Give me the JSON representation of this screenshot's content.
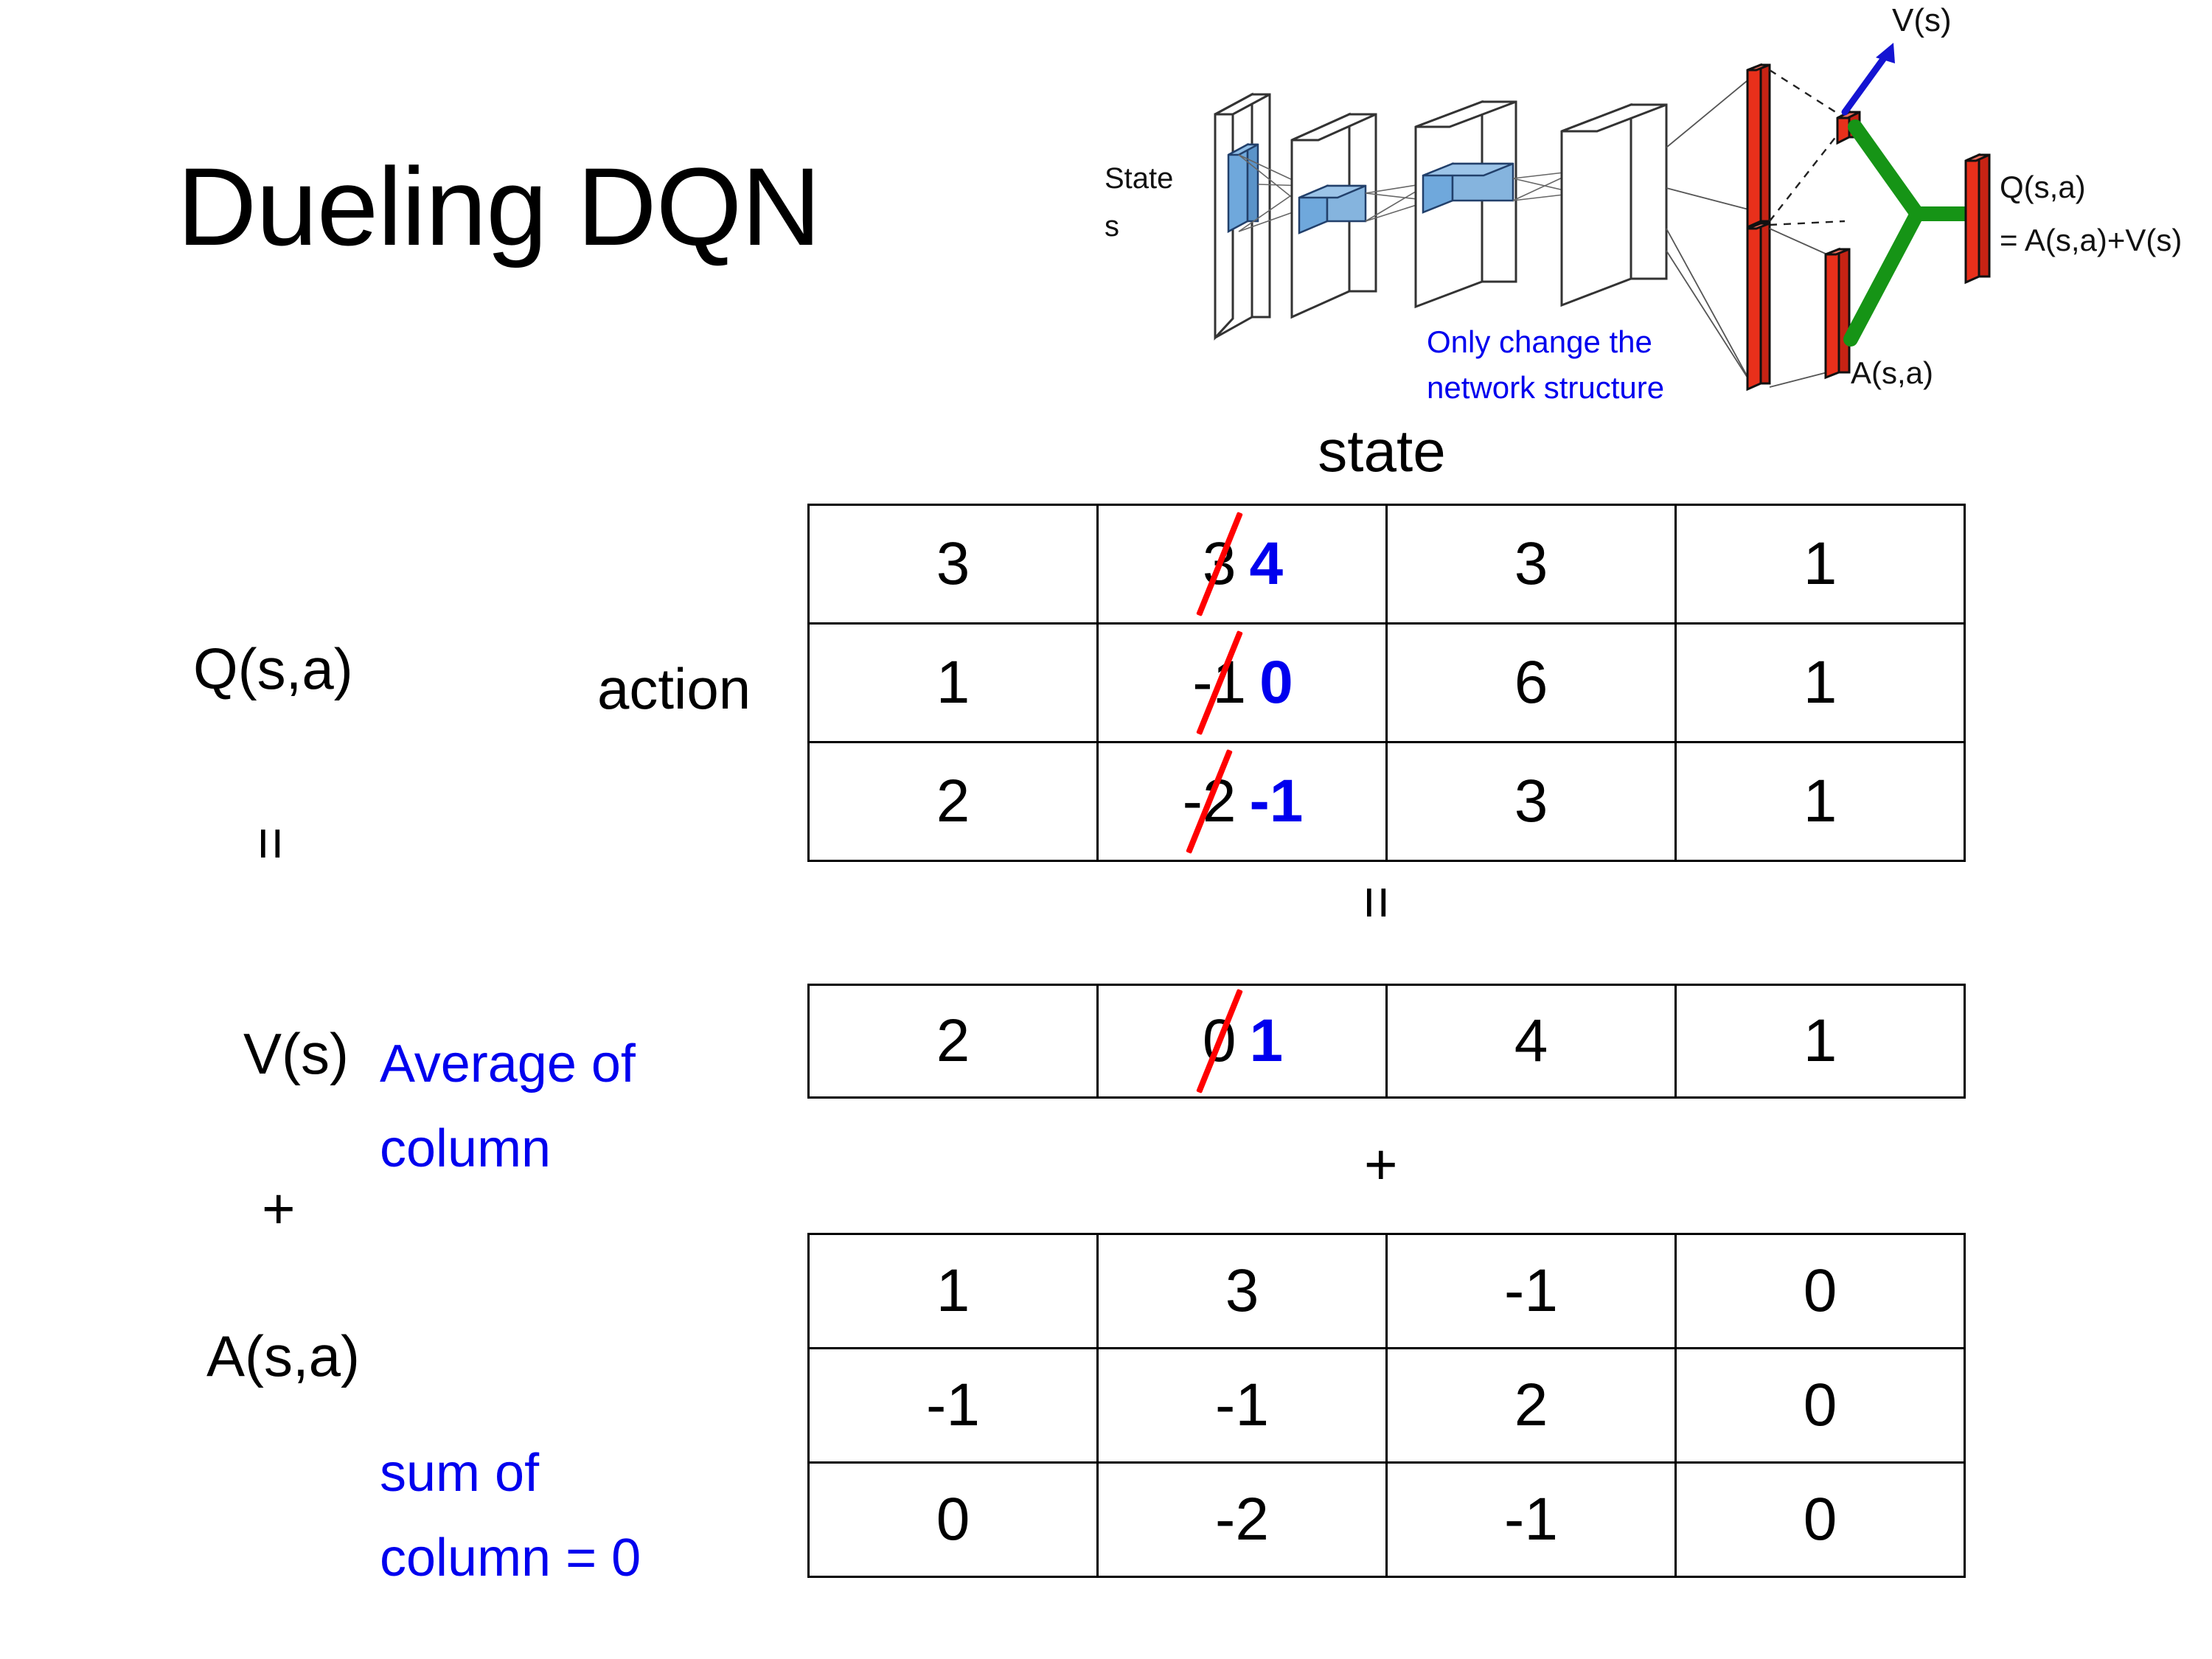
{
  "title": "Dueling DQN",
  "diagram": {
    "input_label_line1": "State",
    "input_label_line2": "s",
    "note_line1": "Only change the",
    "note_line2": "network structure",
    "value_label": "V(s)",
    "advantage_label": "A(s,a)",
    "q_label_line1": "Q(s,a)",
    "q_label_line2": "= A(s,a)+V(s)",
    "colors": {
      "note_blue": "#0000ee",
      "arrow_blue": "#1414d2",
      "bar_red": "#e8301b",
      "merge_green": "#169416",
      "feature_blue": "#6fa8dc"
    }
  },
  "labels": {
    "state_header": "state",
    "action_header": "action",
    "q_label": "Q(s,a)",
    "v_label": "V(s)",
    "a_label": "A(s,a)",
    "equals_top": "=",
    "equals_mid": "=",
    "plus_left": "+",
    "plus_mid": "+",
    "note_v_line1": "Average of",
    "note_v_line2": "column",
    "note_a_line1": "sum of",
    "note_a_line2": "column = 0"
  },
  "colors": {
    "edit_blue": "#0000ee",
    "strike_red": "#ff0000",
    "note_blue": "#0000ee",
    "text_black": "#000000"
  },
  "chart_data": {
    "type": "table",
    "title": "Dueling DQN decomposition Q(s,a) = V(s) + A(s,a)",
    "axis_headers": {
      "columns": "state",
      "rows": "action"
    },
    "tables": [
      {
        "name": "Q(s,a)",
        "rows": 3,
        "cols": 4,
        "values": [
          [
            "3",
            "3",
            "3",
            "1"
          ],
          [
            "1",
            "-1",
            "6",
            "1"
          ],
          [
            "2",
            "-2",
            "3",
            "1"
          ]
        ],
        "edits": [
          {
            "row": 0,
            "col": 1,
            "old": "3",
            "new": "4"
          },
          {
            "row": 1,
            "col": 1,
            "old": "-1",
            "new": "0"
          },
          {
            "row": 2,
            "col": 1,
            "old": "-2",
            "new": "-1"
          }
        ]
      },
      {
        "name": "V(s)",
        "rows": 1,
        "cols": 4,
        "values": [
          [
            "2",
            "0",
            "4",
            "1"
          ]
        ],
        "edits": [
          {
            "row": 0,
            "col": 1,
            "old": "0",
            "new": "1"
          }
        ]
      },
      {
        "name": "A(s,a)",
        "rows": 3,
        "cols": 4,
        "values": [
          [
            "1",
            "3",
            "-1",
            "0"
          ],
          [
            "-1",
            "-1",
            "2",
            "0"
          ],
          [
            "0",
            "-2",
            "-1",
            "0"
          ]
        ],
        "edits": []
      }
    ]
  },
  "q_table": {
    "r0": {
      "c0": "3",
      "c1_old": "3",
      "c1_new": "4",
      "c2": "3",
      "c3": "1"
    },
    "r1": {
      "c0": "1",
      "c1_old": "-1",
      "c1_new": "0",
      "c2": "6",
      "c3": "1"
    },
    "r2": {
      "c0": "2",
      "c1_old": "-2",
      "c1_new": "-1",
      "c2": "3",
      "c3": "1"
    }
  },
  "v_table": {
    "r0": {
      "c0": "2",
      "c1_old": "0",
      "c1_new": "1",
      "c2": "4",
      "c3": "1"
    }
  },
  "a_table": {
    "r0": {
      "c0": "1",
      "c1": "3",
      "c2": "-1",
      "c3": "0"
    },
    "r1": {
      "c0": "-1",
      "c1": "-1",
      "c2": "2",
      "c3": "0"
    },
    "r2": {
      "c0": "0",
      "c1": "-2",
      "c2": "-1",
      "c3": "0"
    }
  }
}
